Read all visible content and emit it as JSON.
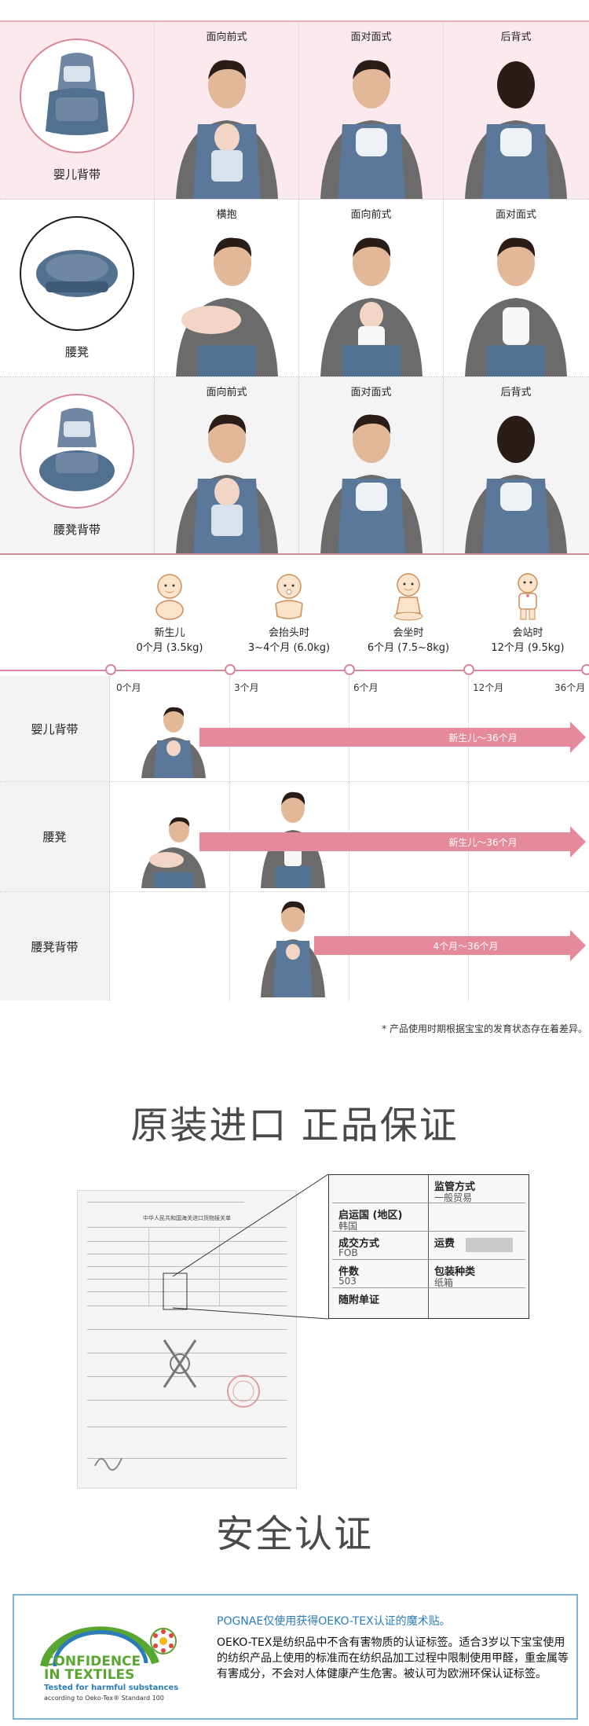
{
  "carry_grid": {
    "rows": [
      {
        "product": "婴儿背带",
        "modes": [
          "面向前式",
          "面对面式",
          "后背式"
        ]
      },
      {
        "product": "腰凳",
        "modes": [
          "横抱",
          "面向前式",
          "面对面式"
        ]
      },
      {
        "product": "腰凳背带",
        "modes": [
          "面向前式",
          "面对面式",
          "后背式"
        ]
      }
    ]
  },
  "age_timeline": {
    "stages": [
      {
        "name": "新生儿",
        "age": "0个月 (3.5kg)"
      },
      {
        "name": "会抬头时",
        "age": "3~4个月 (6.0kg)"
      },
      {
        "name": "会坐时",
        "age": "6个月 (7.5~8kg)"
      },
      {
        "name": "会站时",
        "age": "12个月 (9.5kg)"
      }
    ],
    "months": [
      "0个月",
      "3个月",
      "6个月",
      "12个月",
      "36个月"
    ],
    "rows": [
      {
        "label": "婴儿背带",
        "range": "新生儿～36个月"
      },
      {
        "label": "腰凳",
        "range": "新生儿～36个月"
      },
      {
        "label": "腰凳背带",
        "range": "4个月～36个月"
      }
    ],
    "note": "* 产品使用时期根据宝宝的发育状态存在着差异。"
  },
  "import_section": {
    "heading": "原装进口 正品保证",
    "doc_title": "中华人民共和国海关进口货物报关单",
    "zoom": {
      "rows": [
        {
          "key": "",
          "value": "",
          "key2": "监管方式",
          "value2": "一般贸易"
        },
        {
          "key": "启运国 (地区)",
          "value": "韩国",
          "key2": "",
          "value2": ""
        },
        {
          "key": "成交方式",
          "value": "FOB",
          "key2": "运费",
          "value2": ""
        },
        {
          "key": "件数",
          "value": "503",
          "key2": "包装种类",
          "value2": "纸箱"
        },
        {
          "key": "随附单证",
          "value": "",
          "key2": "",
          "value2": ""
        }
      ]
    }
  },
  "cert_section": {
    "heading": "安全认证",
    "logo_line1": "CONFIDENCE",
    "logo_line2": "IN TEXTILES",
    "logo_line3": "Tested for harmful substances",
    "logo_line4": "according to Oeko-Tex® Standard 100",
    "headline": "POGNAE仅使用获得OEKO-TEX认证的魔术贴。",
    "body": "OEKO-TEX是纺织品中不含有害物质的认证标签。适合3岁以下宝宝使用的纺织产品上使用的标准而在纺织品加工过程中限制使用甲醛，重金属等有害成分，不会对人体健康产生危害。被认可为欧洲环保认证标签。"
  },
  "colors": {
    "pink": "#e58a9a",
    "pink_bg": "#fbe9ee",
    "denim": "#52708f",
    "oeko_green": "#5aa632",
    "oeko_blue": "#2a7db8"
  }
}
